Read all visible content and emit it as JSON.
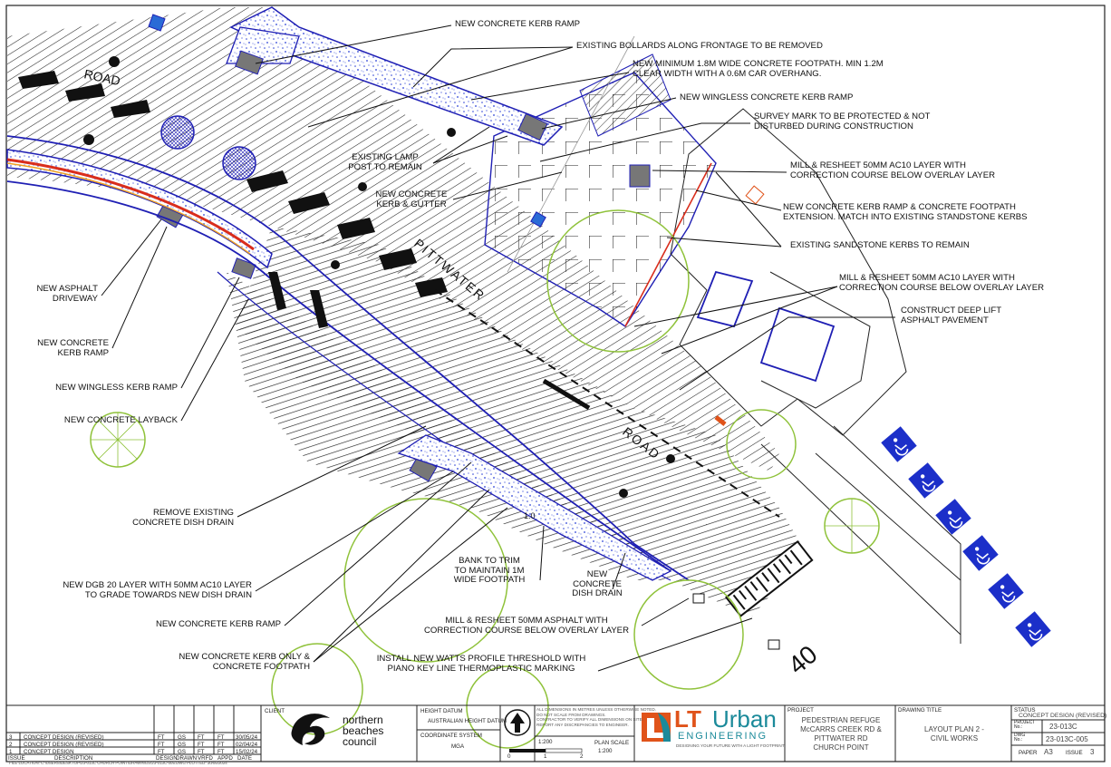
{
  "drawing": {
    "road_labels": {
      "road_top": "ROAD",
      "pittwater": "PITTWATER",
      "road_bottom": "ROAD"
    },
    "chainage": "1.0",
    "speed": "40",
    "callouts": [
      {
        "key": "c01",
        "text": "NEW CONCRETE KERB RAMP"
      },
      {
        "key": "c02",
        "text": "EXISTING BOLLARDS ALONG FRONTAGE TO BE REMOVED"
      },
      {
        "key": "c03",
        "text": "NEW MINIMUM 1.8M WIDE CONCRETE FOOTPATH. MIN 1.2M\nCLEAR WIDTH WITH A 0.6M CAR OVERHANG."
      },
      {
        "key": "c04",
        "text": "NEW WINGLESS CONCRETE KERB RAMP"
      },
      {
        "key": "c05",
        "text": "SURVEY MARK TO BE PROTECTED & NOT\nDISTURBED DURING CONSTRUCTION"
      },
      {
        "key": "c06",
        "text": "MILL & RESHEET 50MM AC10 LAYER WITH\nCORRECTION COURSE BELOW OVERLAY LAYER"
      },
      {
        "key": "c07",
        "text": "NEW CONCRETE KERB RAMP & CONCRETE FOOTPATH\nEXTENSION. MATCH INTO EXISTING STANDSTONE KERBS"
      },
      {
        "key": "c08",
        "text": "EXISTING SANDSTONE KERBS TO REMAIN"
      },
      {
        "key": "c09",
        "text": "MILL & RESHEET 50MM AC10 LAYER WITH\nCORRECTION COURSE BELOW OVERLAY LAYER"
      },
      {
        "key": "c10",
        "text": "CONSTRUCT DEEP LIFT\nASPHALT PAVEMENT"
      },
      {
        "key": "c11",
        "text": "EXISTING LAMP\nPOST TO REMAIN"
      },
      {
        "key": "c12",
        "text": "NEW CONCRETE\nKERB & GUTTER"
      },
      {
        "key": "c13",
        "text": "NEW ASPHALT\nDRIVEWAY"
      },
      {
        "key": "c14",
        "text": "NEW CONCRETE\nKERB RAMP"
      },
      {
        "key": "c15",
        "text": "NEW WINGLESS KERB RAMP"
      },
      {
        "key": "c16",
        "text": "NEW CONCRETE LAYBACK"
      },
      {
        "key": "c17",
        "text": "REMOVE EXISTING\nCONCRETE DISH DRAIN"
      },
      {
        "key": "c18",
        "text": "NEW DGB 20 LAYER WITH 50mm AC10 LAYER\nTO GRADE TOWARDS NEW DISH DRAIN"
      },
      {
        "key": "c19",
        "text": "NEW CONCRETE KERB RAMP"
      },
      {
        "key": "c20",
        "text": "NEW CONCRETE KERB ONLY &\nCONCRETE FOOTPATH"
      },
      {
        "key": "c21",
        "text": "BANK TO TRIM\nTO MAINTAIN 1m\nWIDE FOOTPATH"
      },
      {
        "key": "c22",
        "text": "NEW\nCONCRETE\nDISH DRAIN"
      },
      {
        "key": "c23",
        "text": "MILL & RESHEET 50MM ASPHALT WITH\nCORRECTION COURSE BELOW OVERLAY LAYER"
      },
      {
        "key": "c24",
        "text": "INSTALL NEW WATTS PROFILE THRESHOLD WITH\nPIANO KEY LINE THERMOPLASTIC MARKING"
      }
    ]
  },
  "title_block": {
    "revisions": [
      {
        "rev": "3",
        "description": "CONCEPT DESIGN (REVISED)",
        "design": "FT",
        "drawn": "GS",
        "vrfd": "FT",
        "appd": "FT",
        "date": "30/05/24"
      },
      {
        "rev": "2",
        "description": "CONCEPT DESIGN (REVISED)",
        "design": "FT",
        "drawn": "GS",
        "vrfd": "FT",
        "appd": "FT",
        "date": "02/04/24"
      },
      {
        "rev": "1",
        "description": "CONCEPT DESIGN",
        "design": "FT",
        "drawn": "GS",
        "vrfd": "FT",
        "appd": "FT",
        "date": "15/02/24"
      }
    ],
    "rev_headers": {
      "issue": "ISSUE",
      "description": "DESCRIPTION",
      "design": "DESIGN",
      "drawn": "DRAWN",
      "vrfd": "VRFD",
      "appd": "APPD",
      "date": "DATE"
    },
    "client_label": "CLIENT",
    "client_name": "northern\nbeaches\ncouncil",
    "height_datum_label": "HEIGHT DATUM",
    "height_datum_value": "AUSTRALIAN HEIGHT DATUM",
    "coordinate_system_label": "COORDINATE SYSTEM",
    "coordinate_system_value": "MGA",
    "scale_ratio": "1:200",
    "plan_scale_label": "PLAN SCALE",
    "plan_scale_value": "1:200",
    "scale_ticks": [
      "0",
      "1",
      "2"
    ],
    "notes_block": "ALL DIMENSIONS IN METRES UNLESS OTHERWISE NOTED.\nDO NOT SCALE FROM DRAWINGS.\nCONTRACTOR TO VERIFY ALL DIMENSIONS ON SITE.\nREPORT ANY DISCREPANCIES TO ENGINEER.",
    "firm_name_lt": "LT",
    "firm_name_urban": "Urban",
    "firm_name_engineering": "ENGINEERING",
    "firm_tagline": "DESIGNING YOUR FUTURE WITH A LIGHT FOOTPRINT",
    "project_label": "PROJECT",
    "project_value": "PEDESTRIAN REFUGE\nMcCARRS CREEK RD &\nPITTWATER RD\nCHURCH POINT",
    "drawing_title_label": "DRAWING TITLE",
    "drawing_title_value": "LAYOUT PLAN 2 -\nCIVIL WORKS",
    "status_label": "STATUS",
    "status_value": "CONCEPT DESIGN (REVISED)",
    "project_no_label": "PROJECT\nNo.:",
    "project_no_value": "23-013C",
    "dwg_no_label": "DWG\nNo.:",
    "dwg_no_value": "23-013C-005",
    "paper_label": "PAPER",
    "paper_value": "A3",
    "issue_label": "ISSUE",
    "issue_value": "3",
    "footer_text": "FILE LOCATION: C:\\USERS\\DESKTOP\\23-013C CHURCH POINT\\DRAWINGS\\23-013C-005.DWG   PLOTTED: 30/05/2024"
  },
  "colors": {
    "linework": "#111111",
    "kerb_blue": "#1f1fb4",
    "concrete_speckle": "#2a3fd6",
    "trees": "#8fc23a",
    "asphalt_red": "#d92d1c",
    "accessible_parking": "#1c2fc9",
    "brand_orange": "#e0531a",
    "brand_teal": "#1b8a9a"
  }
}
